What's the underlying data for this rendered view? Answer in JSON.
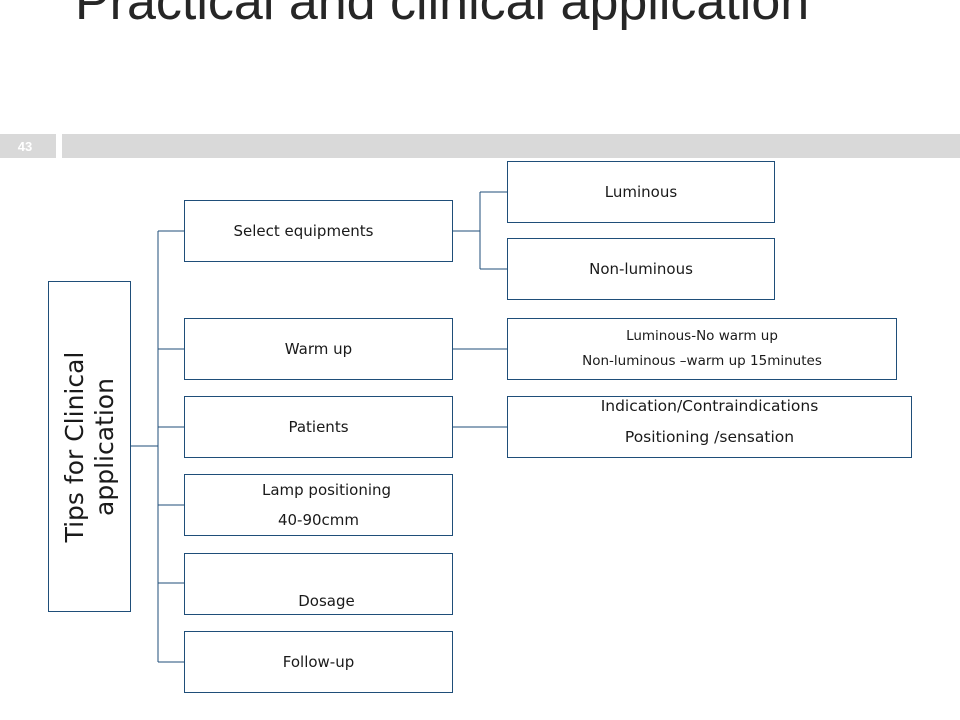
{
  "slide": {
    "title": "Practical and clinical application",
    "number": "43"
  },
  "diagram": {
    "root": "Tips for Clinical application",
    "branches": [
      {
        "label": "Select equipments",
        "children": [
          "Luminous",
          "Non-luminous"
        ]
      },
      {
        "label": "Warm up",
        "detail": [
          "Luminous-No warm up",
          "Non-luminous –warm up 15minutes"
        ]
      },
      {
        "label": "Patients",
        "detail": [
          "Indication/Contraindications",
          "Positioning /sensation"
        ]
      },
      {
        "label": "Lamp positioning",
        "sub": "40-90cmm"
      },
      {
        "label": "Dosage"
      },
      {
        "label": "Follow-up"
      }
    ]
  },
  "colors": {
    "box_border": "#1f4e79",
    "connector": "#1f4e79",
    "band": "#d9d9d9"
  }
}
